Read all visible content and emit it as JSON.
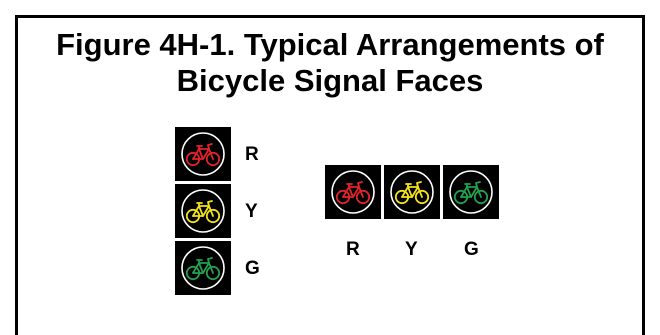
{
  "title": {
    "line1": "Figure 4H-1.  Typical Arrangements of",
    "line2": "Bicycle Signal Faces"
  },
  "colors": {
    "red": "#e2232a",
    "yellow": "#f2e21a",
    "green": "#22a04b",
    "housing": "#000000",
    "ring": "#ffffff"
  },
  "vertical": {
    "signals": [
      {
        "label": "R",
        "color": "red",
        "icon": "bicycle-icon"
      },
      {
        "label": "Y",
        "color": "yellow",
        "icon": "bicycle-icon"
      },
      {
        "label": "G",
        "color": "green",
        "icon": "bicycle-icon"
      }
    ]
  },
  "horizontal": {
    "signals": [
      {
        "label": "R",
        "color": "red",
        "icon": "bicycle-icon"
      },
      {
        "label": "Y",
        "color": "yellow",
        "icon": "bicycle-icon"
      },
      {
        "label": "G",
        "color": "green",
        "icon": "bicycle-icon"
      }
    ]
  }
}
